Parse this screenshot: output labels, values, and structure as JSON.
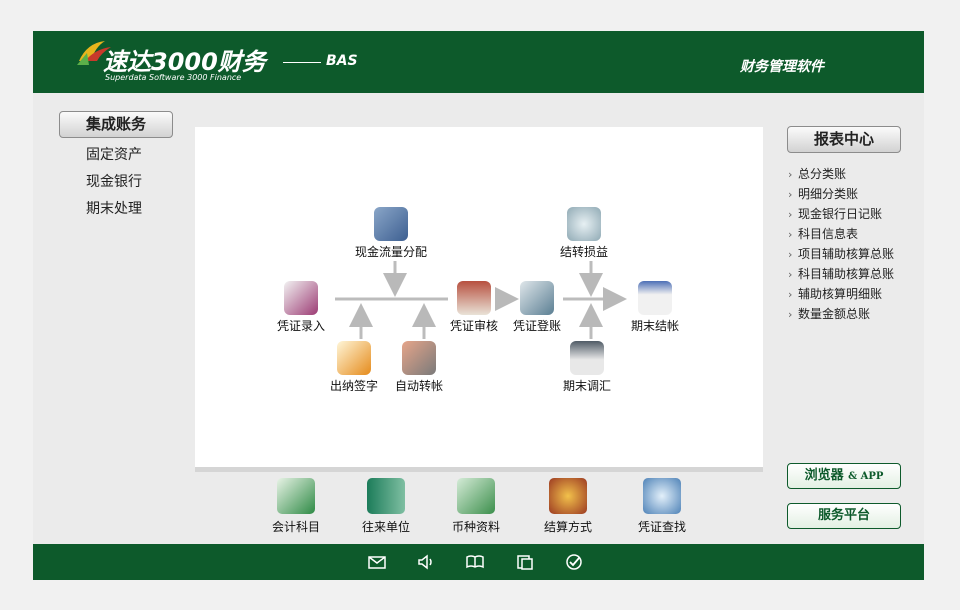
{
  "header": {
    "logo_title": "速达3000财务",
    "logo_sub": "Superdata Software 3000 Finance",
    "edition": "BAS",
    "right_title": "财务管理软件"
  },
  "left_nav": {
    "active": "集成账务",
    "items": [
      "固定资产",
      "现金银行",
      "期末处理"
    ]
  },
  "flow": {
    "nodes": {
      "cash_flow": "现金流量分配",
      "carry_profit": "结转损益",
      "voucher_entry": "凭证录入",
      "voucher_audit": "凭证审核",
      "voucher_post": "凭证登账",
      "period_close": "期末结帐",
      "cashier_sign": "出纳签字",
      "auto_transfer": "自动转帐",
      "period_adjust": "期末调汇"
    }
  },
  "bottom_tools": [
    "会计科目",
    "往来单位",
    "币种资料",
    "结算方式",
    "凭证查找"
  ],
  "right_panel": {
    "title": "报表中心",
    "items": [
      "总分类账",
      "明细分类账",
      "现金银行日记账",
      "科目信息表",
      "项目辅助核算总账",
      "科目辅助核算总账",
      "辅助核算明细账",
      "数量金额总账"
    ],
    "browser_btn": "浏览器",
    "browser_btn_suffix": "& APP",
    "service_btn": "服务平台"
  },
  "footer_icons": [
    "mail-icon",
    "speaker-icon",
    "book-icon",
    "copy-icon",
    "check-circle-icon"
  ],
  "colors": {
    "brand_green": "#0d5a2b"
  }
}
